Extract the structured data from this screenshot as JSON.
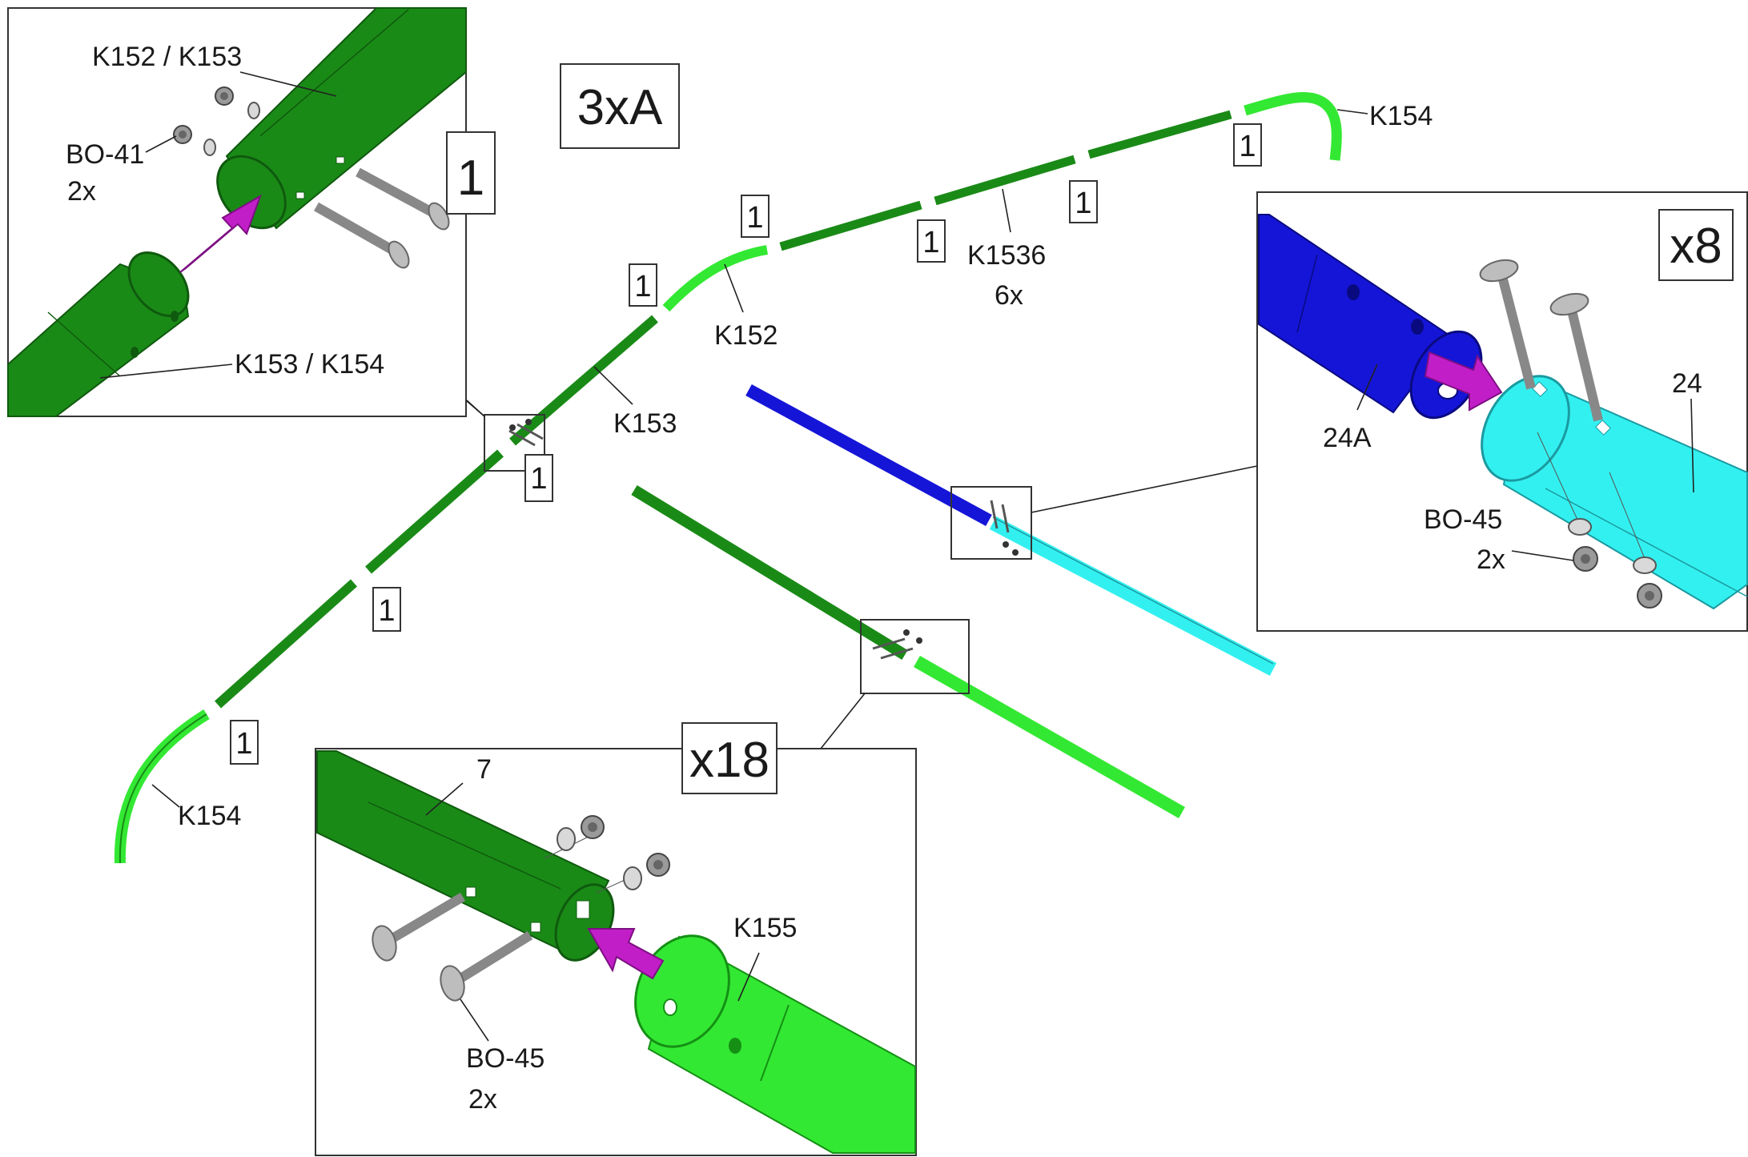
{
  "diagram": {
    "title_box": "3xA",
    "colors": {
      "dark_green": "#1a8a17",
      "light_green": "#33e833",
      "blue": "#1515d8",
      "cyan": "#33f0f0",
      "arrow_magenta": "#c21ec8",
      "hardware_gray": "#bdbdbd"
    },
    "step_tags": [
      "1",
      "1",
      "1",
      "1",
      "1",
      "1",
      "1",
      "1",
      "1"
    ],
    "part_labels": {
      "k154_top": "K154",
      "k1536": "K1536",
      "k1536_qty": "6x",
      "k152": "K152",
      "k153": "K153",
      "k154_bottom": "K154"
    },
    "detail_top_left": {
      "callout": "1",
      "label_pipe_upper": "K152 / K153",
      "label_bolt": "BO-41",
      "label_bolt_qty": "2x",
      "label_pipe_lower": "K153 / K154"
    },
    "detail_right": {
      "multiplier": "x8",
      "label_blue": "24A",
      "label_cyan": "24",
      "label_bolt": "BO-45",
      "label_bolt_qty": "2x"
    },
    "detail_bottom": {
      "multiplier": "x18",
      "label_dark": "7",
      "label_light": "K155",
      "label_bolt": "BO-45",
      "label_bolt_qty": "2x"
    }
  }
}
